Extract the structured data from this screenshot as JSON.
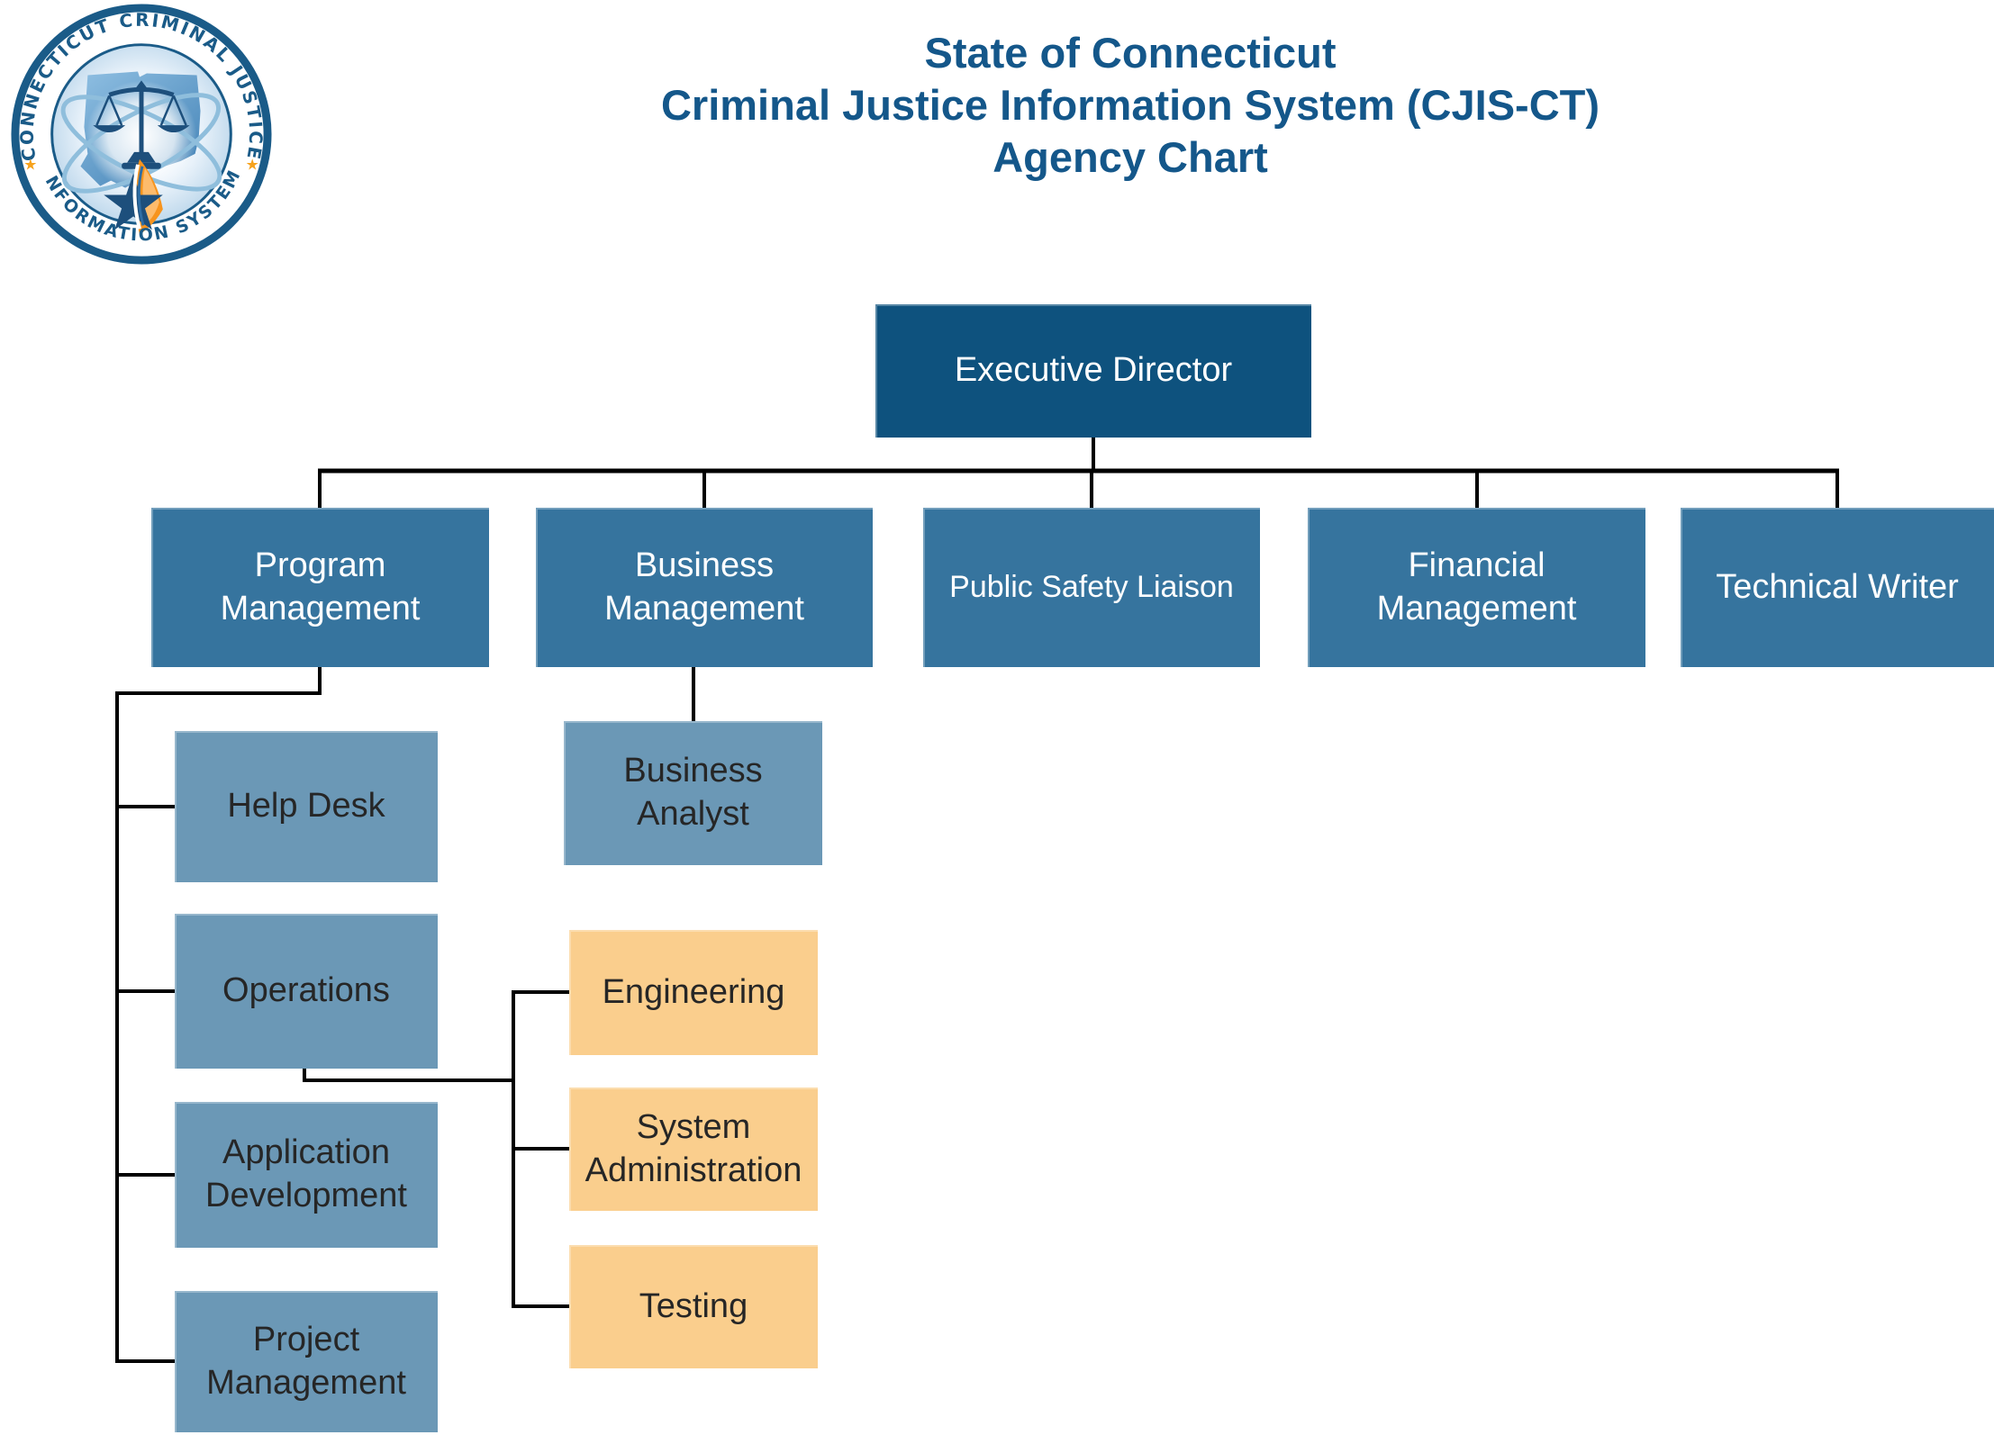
{
  "title": {
    "line1": "State of Connecticut",
    "line2": "Criminal Justice Information System (CJIS-CT)",
    "line3": "Agency Chart"
  },
  "logo": {
    "arc_text_top": "CONNECTICUT CRIMINAL JUSTICE",
    "arc_text_bottom": "INFORMATION SYSTEM",
    "star_glyph": "★"
  },
  "nodes": {
    "executive_director": "Executive Director",
    "program_management": "Program\nManagement",
    "business_management": "Business\nManagement",
    "public_safety_liaison": "Public Safety Liaison",
    "financial_management": "Financial\nManagement",
    "technical_writer": "Technical Writer",
    "help_desk": "Help Desk",
    "operations": "Operations",
    "application_development": "Application\nDevelopment",
    "project_management": "Project\nManagement",
    "business_analyst": "Business\nAnalyst",
    "engineering": "Engineering",
    "system_administration": "System\nAdministration",
    "testing": "Testing"
  },
  "hierarchy": {
    "Executive Director": [
      "Program Management",
      "Business Management",
      "Public Safety Liaison",
      "Financial Management",
      "Technical Writer"
    ],
    "Program Management": [
      "Help Desk",
      "Operations",
      "Application Development",
      "Project Management"
    ],
    "Business Management": [
      "Business Analyst"
    ],
    "Operations": [
      "Engineering",
      "System Administration",
      "Testing"
    ]
  },
  "colors": {
    "level1_fill": "#0E527E",
    "level2_fill": "#36749E",
    "level3_fill": "#6B98B6",
    "level4_fill": "#FACE8D",
    "title_text": "#14578A",
    "box_text_light": "#FFFFFF",
    "box_text_dark": "#262626",
    "connector": "#000000",
    "seal_blue": "#1A5B88",
    "seal_gold": "#F6A21C"
  }
}
